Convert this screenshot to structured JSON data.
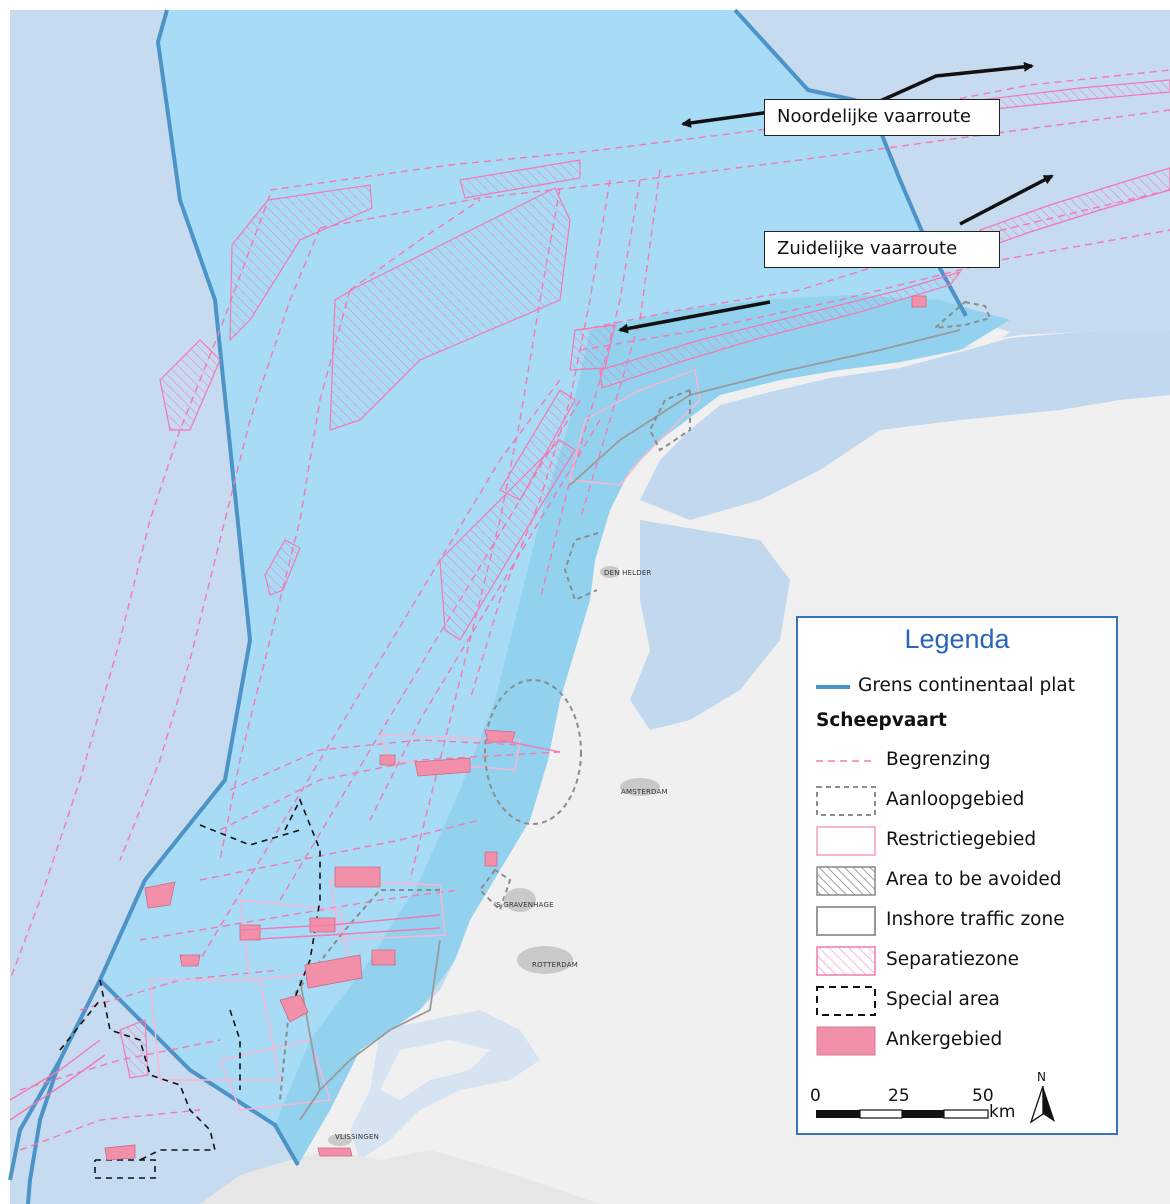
{
  "callouts": {
    "north": "Noordelijke vaarroute",
    "south": "Zuidelijke vaarroute"
  },
  "cities": {
    "den_helder": "DEN HELDER",
    "amsterdam": "AMSTERDAM",
    "gravenhage": "'S GRAVENHAGE",
    "rotterdam": "ROTTERDAM",
    "vlissingen": "VLISSINGEN"
  },
  "legend": {
    "title": "Legenda",
    "boundary": "Grens continentaal plat",
    "heading": "Scheepvaart",
    "items": [
      {
        "label": "Begrenzing",
        "symbol": "pink-dashed-line"
      },
      {
        "label": "Aanloopgebied",
        "symbol": "grey-dashed-box"
      },
      {
        "label": "Restrictiegebied",
        "symbol": "pink-outline-box"
      },
      {
        "label": "Area to be avoided",
        "symbol": "grey-hatched-box"
      },
      {
        "label": "Inshore traffic zone",
        "symbol": "grey-outline-box"
      },
      {
        "label": "Separatiezone",
        "symbol": "pink-hatched-box"
      },
      {
        "label": "Special area",
        "symbol": "black-dashed-box"
      },
      {
        "label": "Ankergebied",
        "symbol": "pink-filled-box"
      }
    ],
    "scale": {
      "ticks": [
        "0",
        "25",
        "50"
      ],
      "unit": "km"
    },
    "north": "N"
  },
  "colors": {
    "sea": "#c6daf0",
    "ncp": "#a8dcf6",
    "coastal": "#93d2ee",
    "land": "#f0f0f0",
    "inland_water": "#c2d8ee",
    "boundary": "#4c93c8",
    "route": "#f279b2",
    "anchor": "#f290aa"
  }
}
